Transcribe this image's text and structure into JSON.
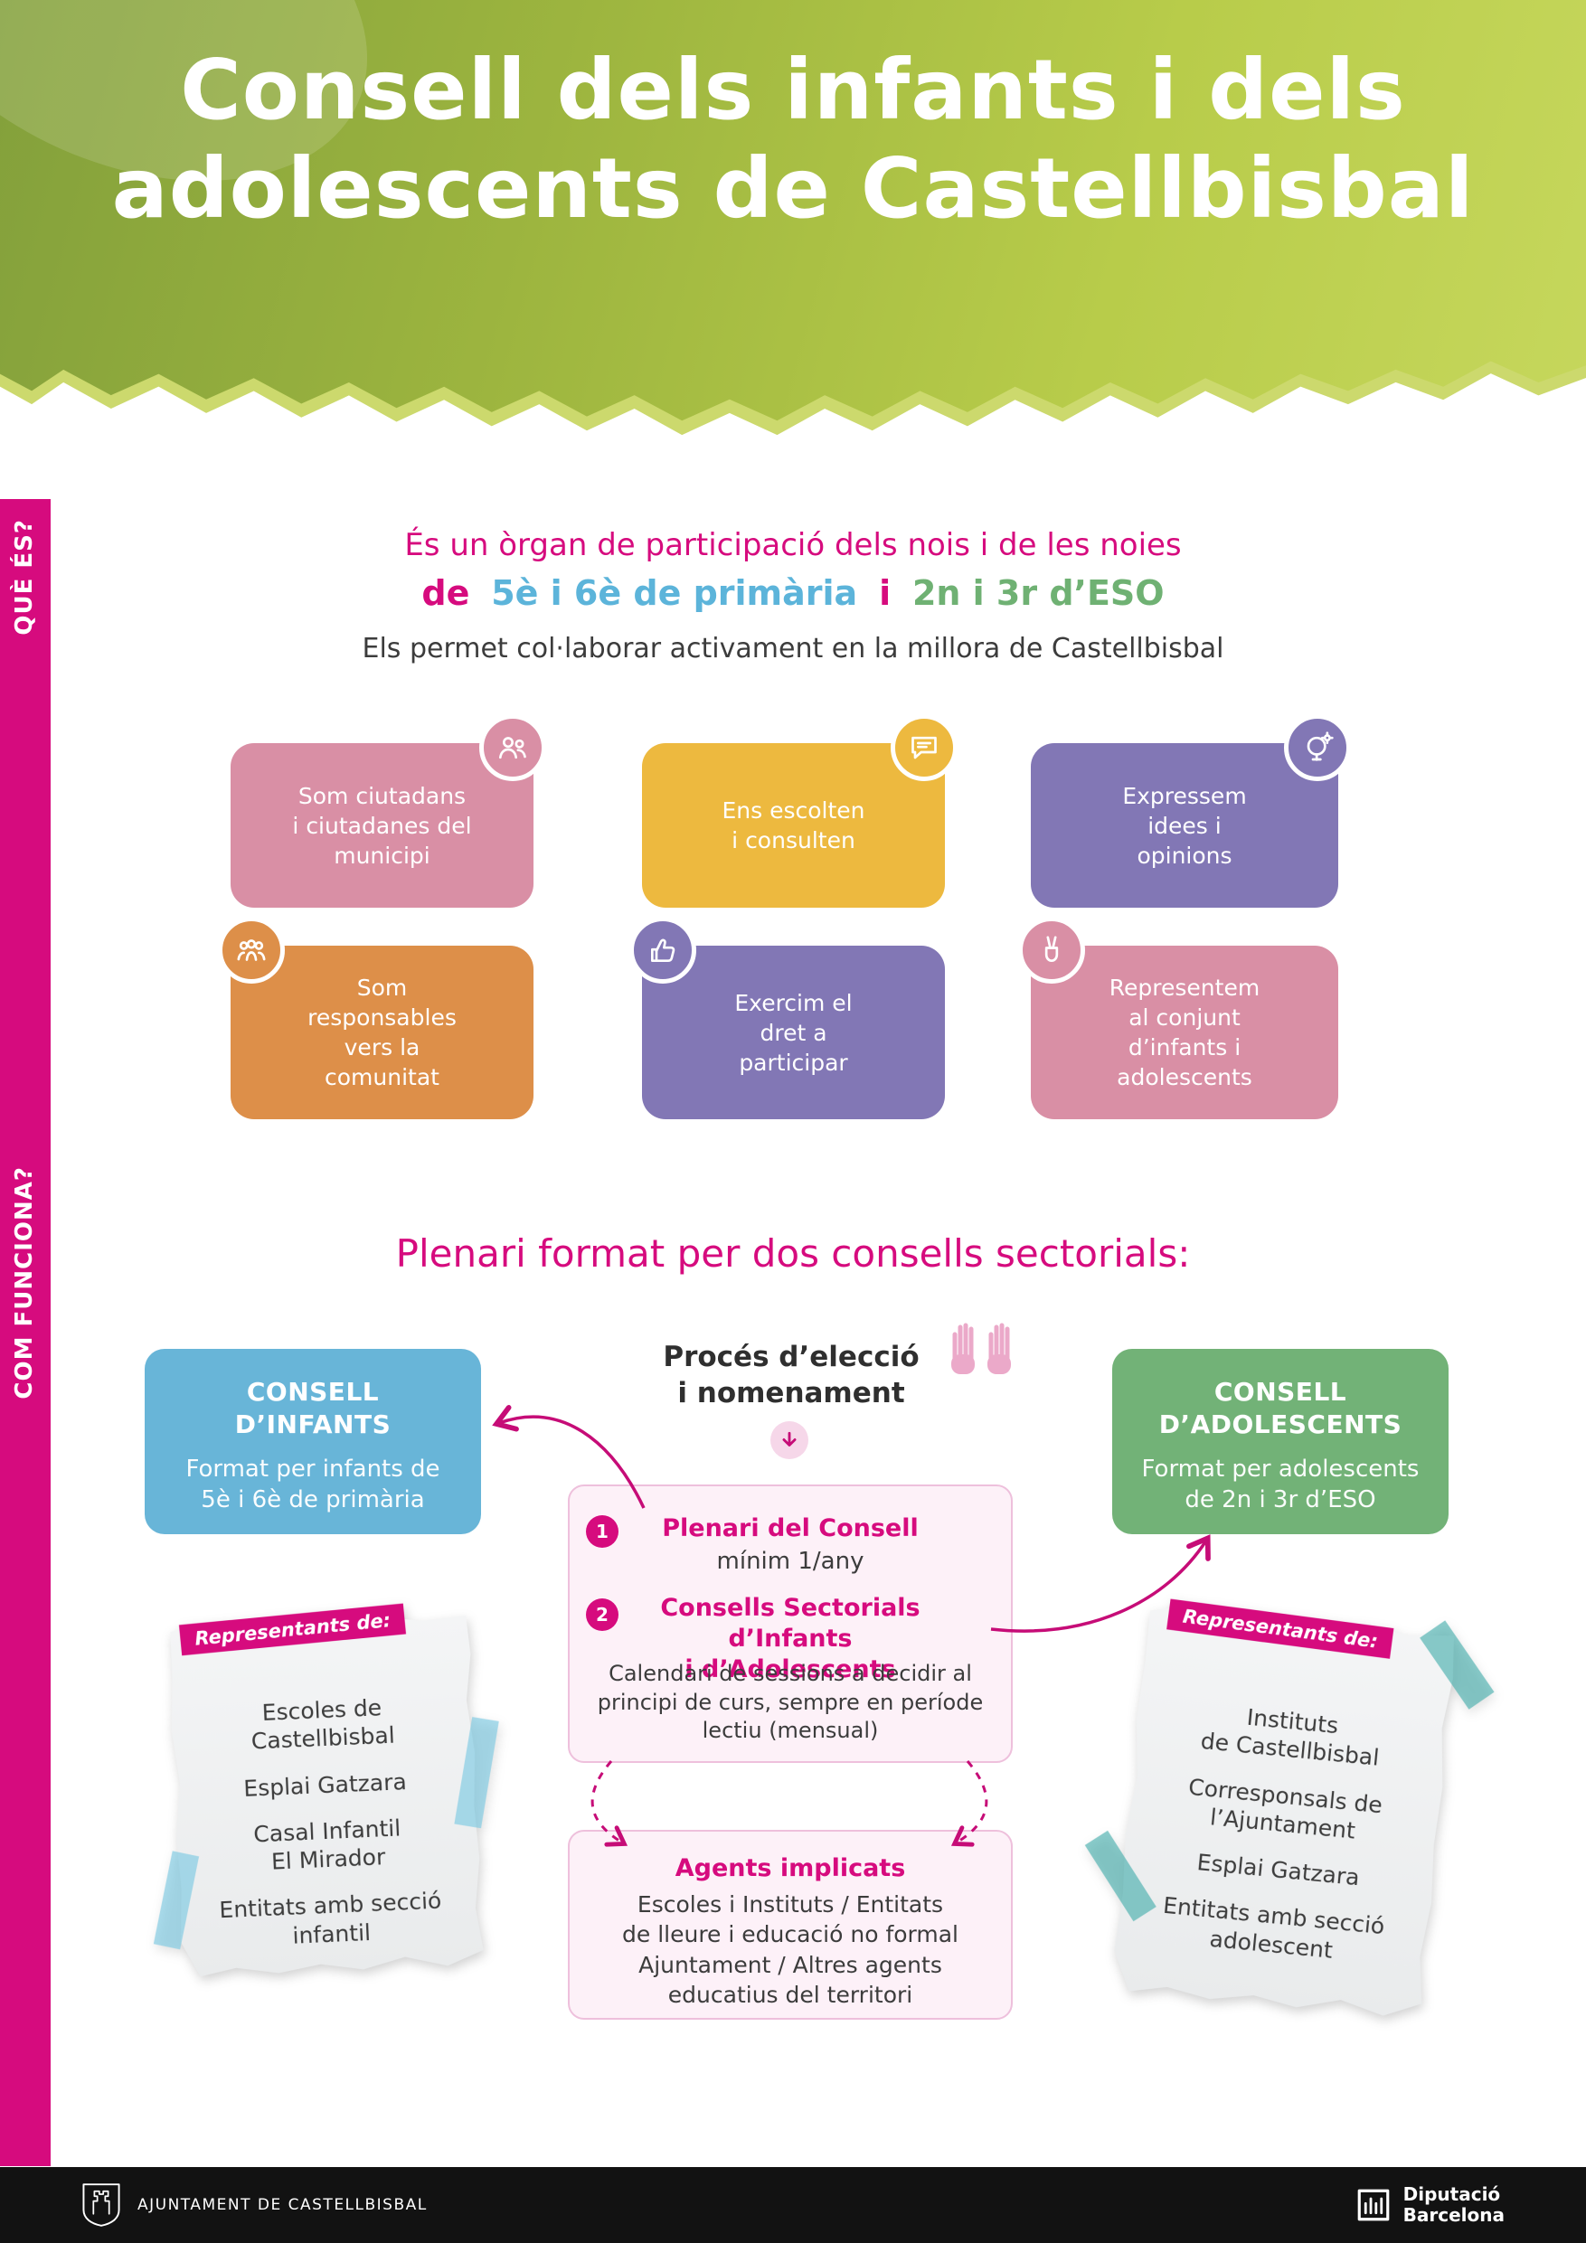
{
  "header": {
    "title": "Consell dels infants i dels\nadolescents de Castellbisbal"
  },
  "sidebar": {
    "que_es": "QUÈ ÉS?",
    "com_funciona": "COM FUNCIONA?"
  },
  "intro": {
    "line1": "És un òrgan de participació dels nois i de les noies",
    "line2": {
      "de": "de",
      "primaria": "5è i 6è de primària",
      "i": "i",
      "eso": "2n i 3r d’ESO"
    },
    "line3": "Els permet col·laborar activament en la millora de Castellbisbal"
  },
  "features": [
    {
      "text": "Som ciutadans\ni ciutadanes del\nmunicipi",
      "icon": "citizens-icon",
      "color": "#d98fa5"
    },
    {
      "text": "Ens escolten\ni consulten",
      "icon": "speech-bubble-icon",
      "color": "#edb93f"
    },
    {
      "text": "Expressem\nidees i\nopinions",
      "icon": "ideas-icon",
      "color": "#8277b5"
    },
    {
      "text": "Som\nresponsables\nvers la\ncomunitat",
      "icon": "community-icon",
      "color": "#dd8f49"
    },
    {
      "text": "Exercim el\ndret a\nparticipar",
      "icon": "participation-icon",
      "color": "#8277b5"
    },
    {
      "text": "Representem\nal conjunt\nd’infants i\nadolescents",
      "icon": "victory-hand-icon",
      "color": "#d98fa5"
    }
  ],
  "section2": {
    "heading": "Plenari format per dos consells sectorials:",
    "consell_infants": {
      "title": "CONSELL\nD’INFANTS",
      "subtitle": "Format per infants de\n5è i 6è de primària"
    },
    "proces": {
      "label": "Procés d’elecció\ni nomenament"
    },
    "consell_adolescents": {
      "title": "CONSELL\nD’ADOLESCENTS",
      "subtitle": "Format per adolescents\nde 2n i 3r d’ESO"
    },
    "plenari_box": {
      "item1_num": "1",
      "item1_title": "Plenari del Consell",
      "item1_sub": "mínim 1/any",
      "item2_num": "2",
      "item2_title": "Consells Sectorials d’Infants\ni d’Adolescents",
      "item2_sub": "Calendari de sessions a decidir al\nprincipi de curs, sempre en període\nlectiu (mensual)"
    },
    "agents_box": {
      "title": "Agents implicats",
      "body": "Escoles i Instituts / Entitats\nde lleure i educació no formal\nAjuntament / Altres agents\neducatius del territori"
    },
    "note_left": {
      "ribbon": "Representants de:",
      "items": [
        "Escoles de\nCastellbisbal",
        "Esplai Gatzara",
        "Casal Infantil\nEl Mirador",
        "Entitats amb secció\ninfantil"
      ]
    },
    "note_right": {
      "ribbon": "Representants de:",
      "items": [
        "Instituts\nde Castellbisbal",
        "Corresponsals de\nl’Ajuntament",
        "Esplai Gatzara",
        "Entitats amb secció\nadolescent"
      ]
    }
  },
  "footer": {
    "left": "AJUNTAMENT DE CASTELLBISBAL",
    "right_line1": "Diputació",
    "right_line2": "Barcelona"
  },
  "colors": {
    "magenta": "#d60b7e",
    "header_green": "#a9bf45",
    "blue": "#5cb4da",
    "green": "#6fb173",
    "pink": "#d98fa5",
    "yellow": "#edb93f",
    "purple": "#8277b5",
    "orange": "#dd8f49"
  }
}
